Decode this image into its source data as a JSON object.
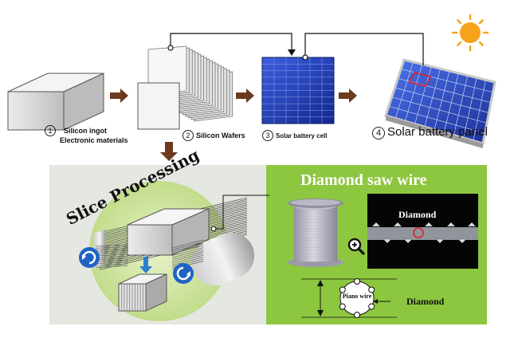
{
  "steps": [
    {
      "num": "1",
      "line1": "Silicon ingot",
      "line2": "Electronic materials"
    },
    {
      "num": "2",
      "line1": "Silicon Wafers"
    },
    {
      "num": "3",
      "line1": "Solar battery cell"
    },
    {
      "num": "4",
      "line1": "Solar battery panel"
    }
  ],
  "slice": {
    "title": "Slice Processing"
  },
  "saw": {
    "title": "Diamond saw wire",
    "micro_label": "Diamond",
    "piano_label": "Piano wire",
    "diamond_label": "Diamond"
  },
  "colors": {
    "arrow": "#6b3a1f",
    "green_panel": "#8dc63f",
    "light_panel": "#e5e7e1",
    "sun": "#f7a21b",
    "cell_blue": "#1f3aa8"
  }
}
